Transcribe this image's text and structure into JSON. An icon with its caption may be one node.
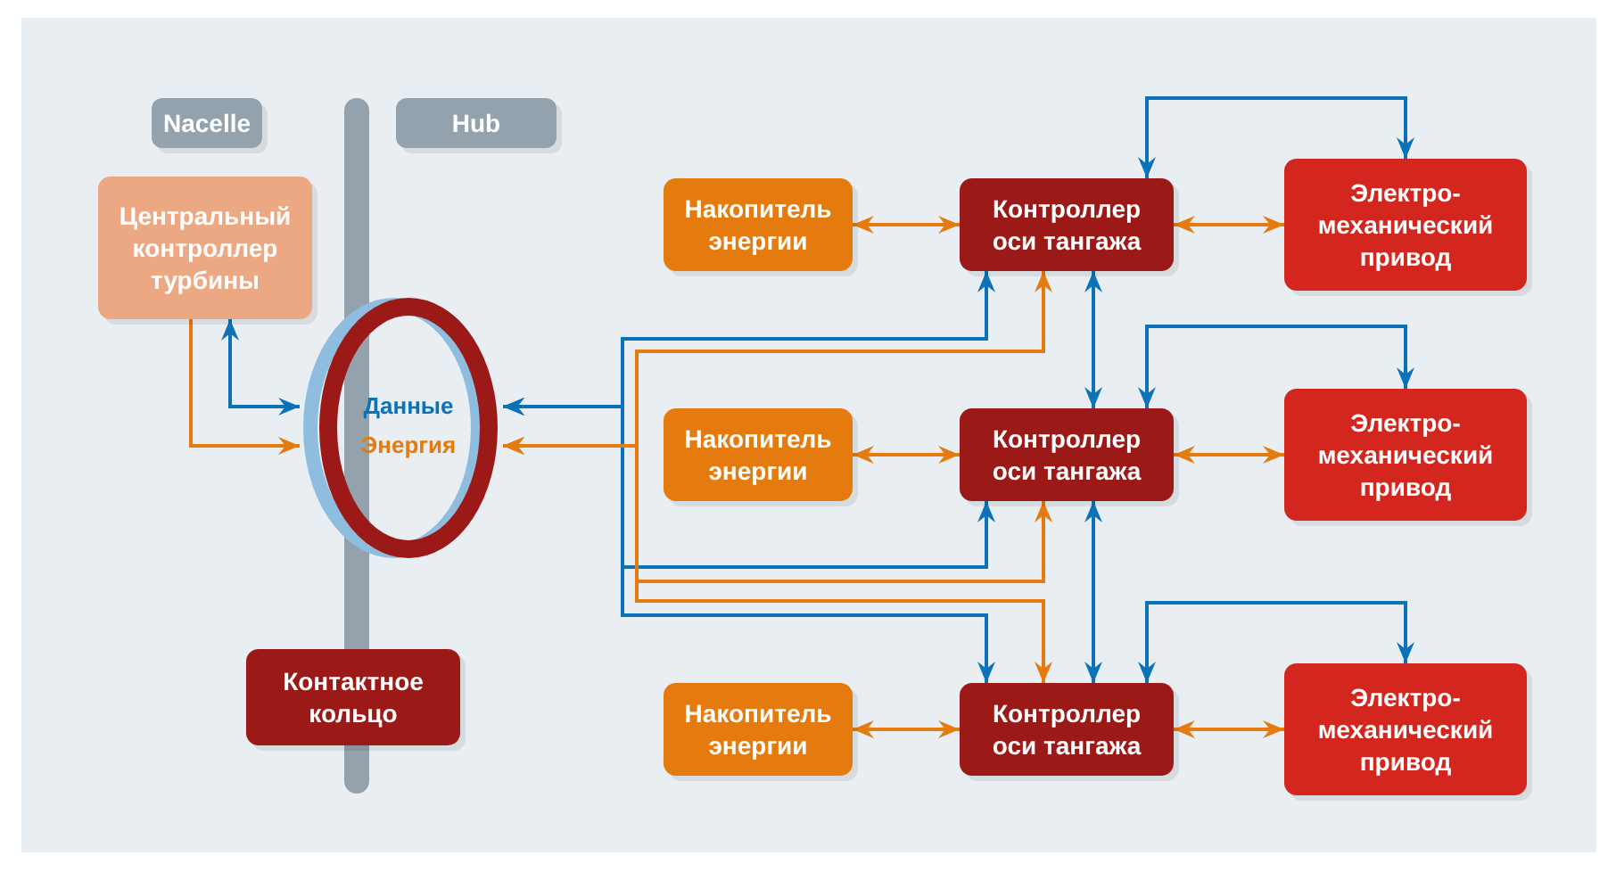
{
  "diagram": {
    "nodes": [
      {
        "text": [
          "Nacelle"
        ]
      },
      {
        "text": [
          "Hub"
        ]
      },
      {
        "text": [
          "Центральный контроллер турбины"
        ]
      },
      {
        "text": [
          "Данные",
          "Энергия"
        ]
      },
      {
        "text": [
          "Накопитель энергии"
        ]
      },
      {
        "text": [
          "Контроллер оси тангажа"
        ]
      },
      {
        "text": [
          "Электро- механический привод"
        ]
      },
      {
        "text": [
          "Накопитель энергии"
        ]
      },
      {
        "text": [
          "Контроллер оси тангажа"
        ]
      },
      {
        "text": [
          "Электро- механический привод"
        ]
      },
      {
        "text": [
          "Контактное кольцо"
        ]
      },
      {
        "text": [
          "Накопитель энергии"
        ]
      },
      {
        "text": [
          "Контроллер оси тангажа"
        ]
      },
      {
        "text": [
          "Электро- механический привод"
        ]
      },
      {
        "text": [],
        "shape": "bar"
      },
      {
        "text": [],
        "shape": "bar"
      }
    ],
    "edges": [
      {
        "from": 2,
        "to": 3,
        "arrow": "both",
        "color": "#0b72b8"
      },
      {
        "from": 2,
        "to": 3,
        "arrow": "to"
      },
      {
        "from": 3,
        "to": 5,
        "arrow": "both",
        "color": "#0b72b8"
      },
      {
        "from": 3,
        "to": 8,
        "arrow": "both",
        "color": "#0b72b8"
      },
      {
        "from": 3,
        "to": 12,
        "arrow": "both",
        "color": "#0b72b8"
      },
      {
        "from": 3,
        "to": 5,
        "arrow": "both"
      },
      {
        "from": 3,
        "to": 8,
        "arrow": "both"
      },
      {
        "from": 3,
        "to": 12,
        "arrow": "both"
      },
      {
        "from": 4,
        "to": 5,
        "arrow": "both"
      },
      {
        "from": 5,
        "to": 6,
        "arrow": "both"
      },
      {
        "from": 5,
        "to": 6,
        "arrow": "both",
        "color": "#0b72b8"
      },
      {
        "from": 5,
        "to": 8,
        "arrow": "both",
        "color": "#0b72b8"
      },
      {
        "from": 7,
        "to": 8,
        "arrow": "both"
      },
      {
        "from": 8,
        "to": 9,
        "arrow": "both"
      },
      {
        "from": 8,
        "to": 9,
        "arrow": "both",
        "color": "#0b72b8"
      },
      {
        "from": 8,
        "to": 12,
        "arrow": "both",
        "color": "#0b72b8"
      },
      {
        "from": 11,
        "to": 12,
        "arrow": "both"
      },
      {
        "from": 12,
        "to": 13,
        "arrow": "both"
      },
      {
        "from": 12,
        "to": 13,
        "arrow": "both",
        "color": "#0b72b8"
      }
    ]
  }
}
